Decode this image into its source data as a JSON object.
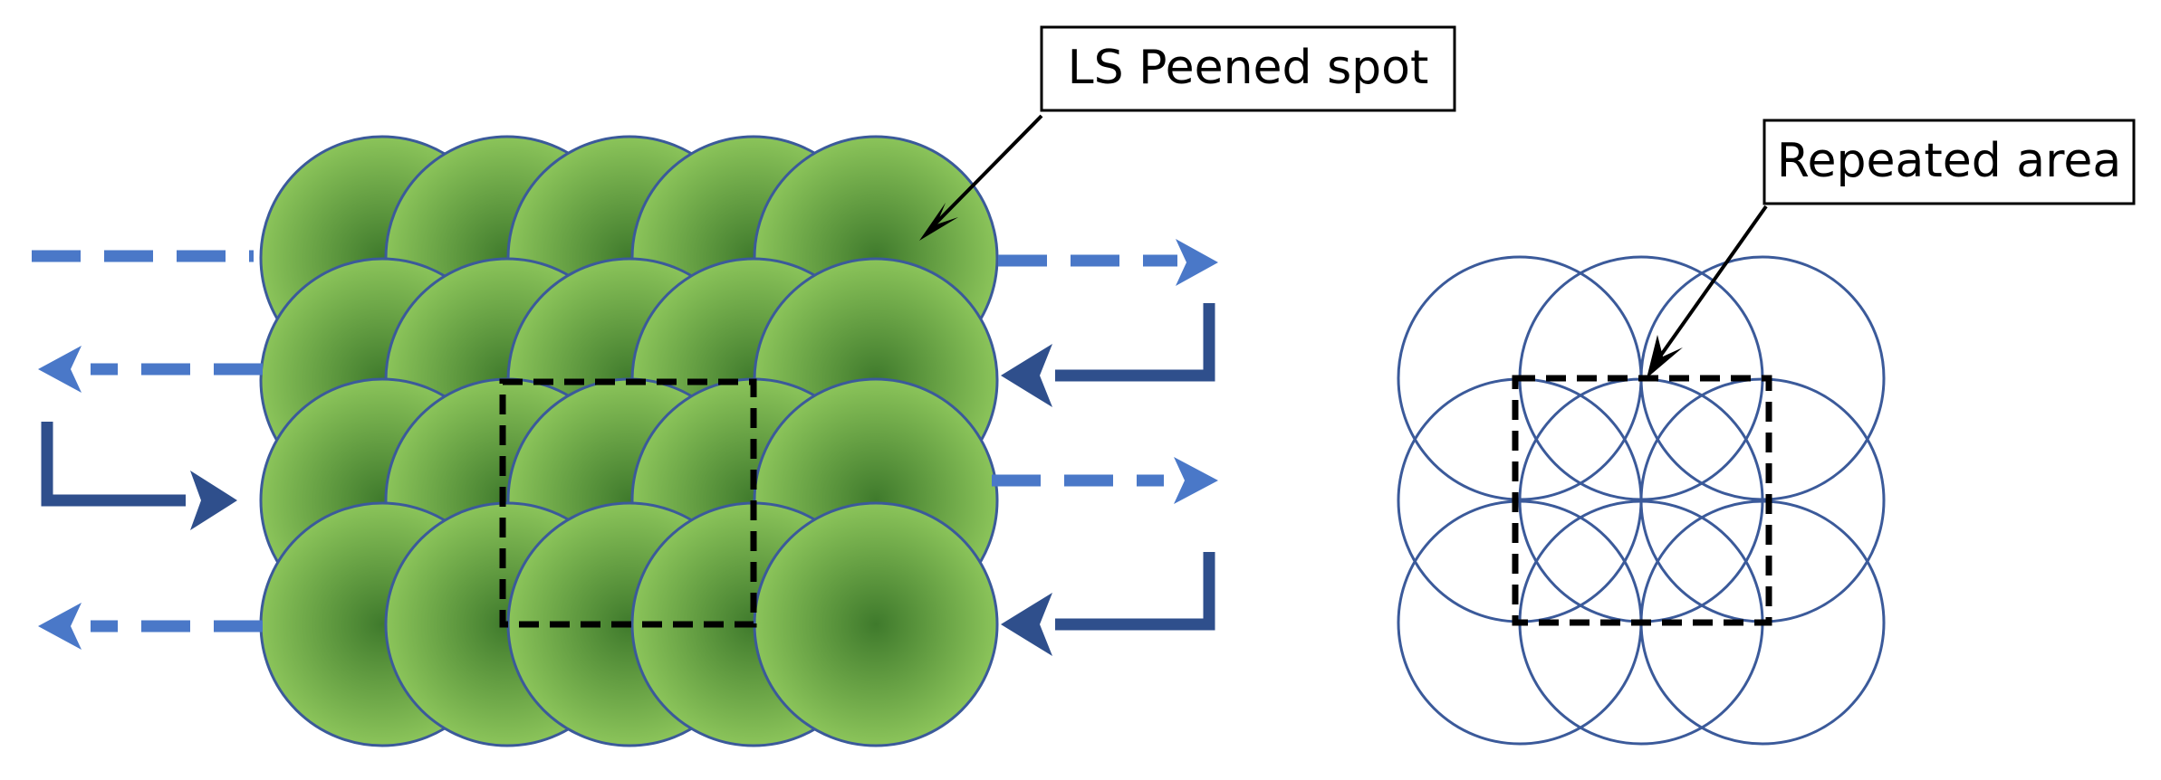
{
  "labels": {
    "peened_spot": "LS Peened spot",
    "repeated_area": "Repeated area"
  },
  "colors": {
    "spot_fill_center": "#3f7a2c",
    "spot_fill_edge": "#8bc45a",
    "spot_outline": "#3b5a9a",
    "dashed_arrow": "#4a78c8",
    "solid_arrow": "#2f4f8c",
    "selection_box": "#000000",
    "callout_line": "#000000"
  },
  "grid": {
    "rows": 4,
    "spots_per_row": 5
  },
  "repeated_pattern": {
    "rows": 3,
    "cols": 3
  },
  "scan_path": [
    {
      "row": 1,
      "direction": "right",
      "style": "dashed"
    },
    {
      "row": 2,
      "direction": "left",
      "style": "dashed"
    },
    {
      "row": 3,
      "direction": "right",
      "style": "dashed"
    },
    {
      "row": 4,
      "direction": "left",
      "style": "dashed"
    },
    {
      "transition": "row 1 to row 2",
      "side": "right",
      "style": "solid"
    },
    {
      "transition": "row 2 to row 3",
      "side": "left",
      "style": "solid"
    },
    {
      "transition": "row 3 to row 4",
      "side": "right",
      "style": "solid"
    }
  ]
}
